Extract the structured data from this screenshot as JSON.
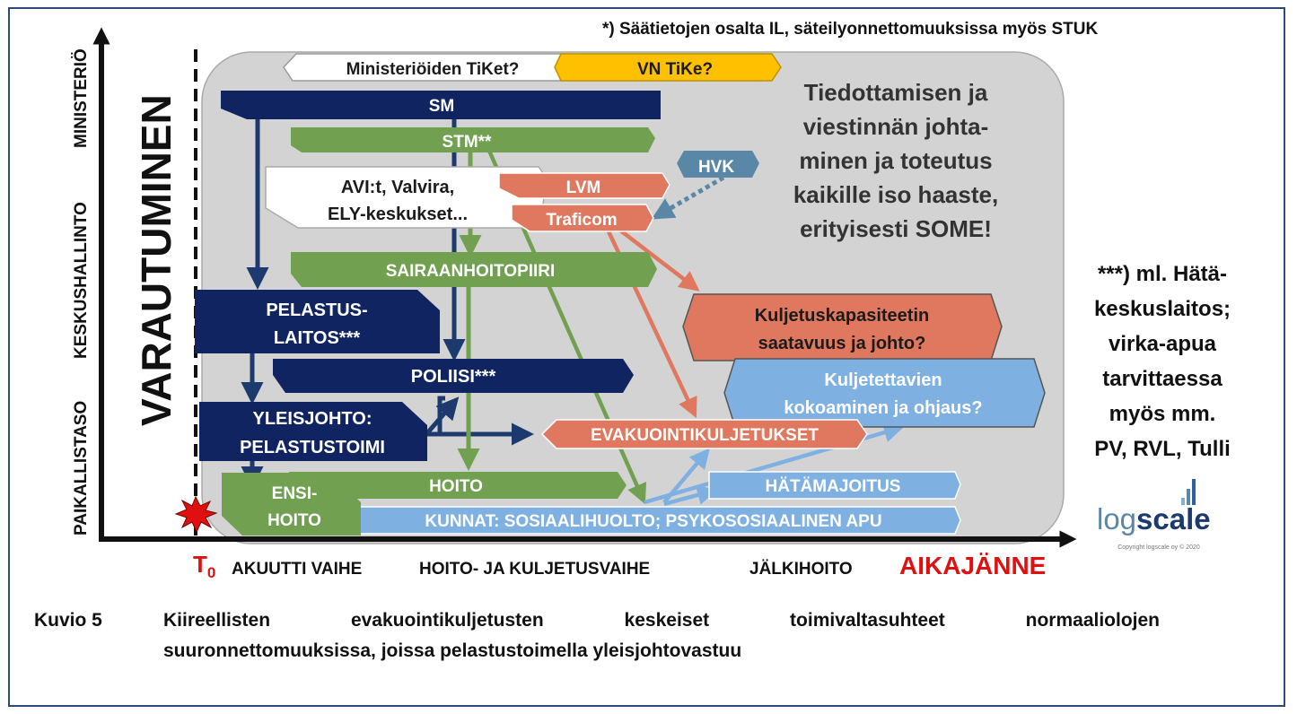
{
  "note_top": "*) Säätietojen osalta IL, säteilyonnettomuuksissa myös STUK",
  "yaxis": {
    "levels": [
      "MINISTERIÖ",
      "KESKUSHALLINTO",
      "PAIKALLISTASO"
    ],
    "title": "VARAUTUMINEN"
  },
  "xaxis": {
    "t0": "T",
    "t0_sub": "0",
    "phases": [
      "AKUUTTI VAIHE",
      "HOITO- JA KULJETUSVAIHE",
      "JÄLKIHOITO"
    ],
    "title": "AIKAJÄNNE"
  },
  "boxes": {
    "ministerioiden": "Ministeriöiden TiKet?",
    "vn_tike": "VN TiKe?",
    "sm": "SM",
    "stm": "STM**",
    "hvk": "HVK",
    "avi_l1": "AVI:t, Valvira,",
    "avi_l2": "ELY-keskukset...",
    "lvm": "LVM",
    "traficom": "Traficom",
    "sairaanhoitopiiri": "SAIRAANHOITOPIIRI",
    "pelastus_l1": "PELASTUS-",
    "pelastus_l2": "LAITOS***",
    "poliisi": "POLIISI***",
    "yleisjohto_l1": "YLEISJOHTO:",
    "yleisjohto_l2": "PELASTUSTOIMI",
    "evakuointi": "EVAKUOINTIKULJETUKSET",
    "kuljetuskap_l1": "Kuljetuskapasiteetin",
    "kuljetuskap_l2": "saatavuus ja johto?",
    "kuljetettavien_l1": "Kuljetettavien",
    "kuljetettavien_l2": "kokoaminen ja ohjaus?",
    "hoito": "HOITO",
    "ensihoito_l1": "ENSI-",
    "ensihoito_l2": "HOITO",
    "hatamajoitus": "HÄTÄMAJOITUS",
    "kunnat": "KUNNAT:  SOSIAALIHUOLTO; PSYKOSOSIAALINEN APU"
  },
  "big_text": [
    "Tiedottamisen ja",
    "viestinnän johta-",
    "minen ja toteutus",
    "kaikille iso haaste,",
    "erityisesti SOME!"
  ],
  "side_note": [
    "***) ml. Hätä-",
    "keskuslaitos;",
    "virka-apua",
    "tarvittaessa",
    "myös mm.",
    "PV, RVL, Tulli"
  ],
  "logo": {
    "part1": "log",
    "part2": "scale",
    "copyright": "Copyright logscale oy © 2020"
  },
  "caption": {
    "number": "Kuvio 5",
    "line1": "Kiireellisten evakuointikuljetusten keskeiset toimivaltasuhteet normaaliolojen",
    "line2": "suuronnettomuuksissa, joissa pelastustoimella yleisjohtovastuu"
  },
  "colors": {
    "navy": "#0f2461",
    "green": "#70a050",
    "orange": "#e0785f",
    "lightblue": "#7fb0e2",
    "grey_bg": "#d3d3d3",
    "yellow": "#ffc000",
    "hvk": "#5b87a6",
    "red": "#e01010"
  }
}
